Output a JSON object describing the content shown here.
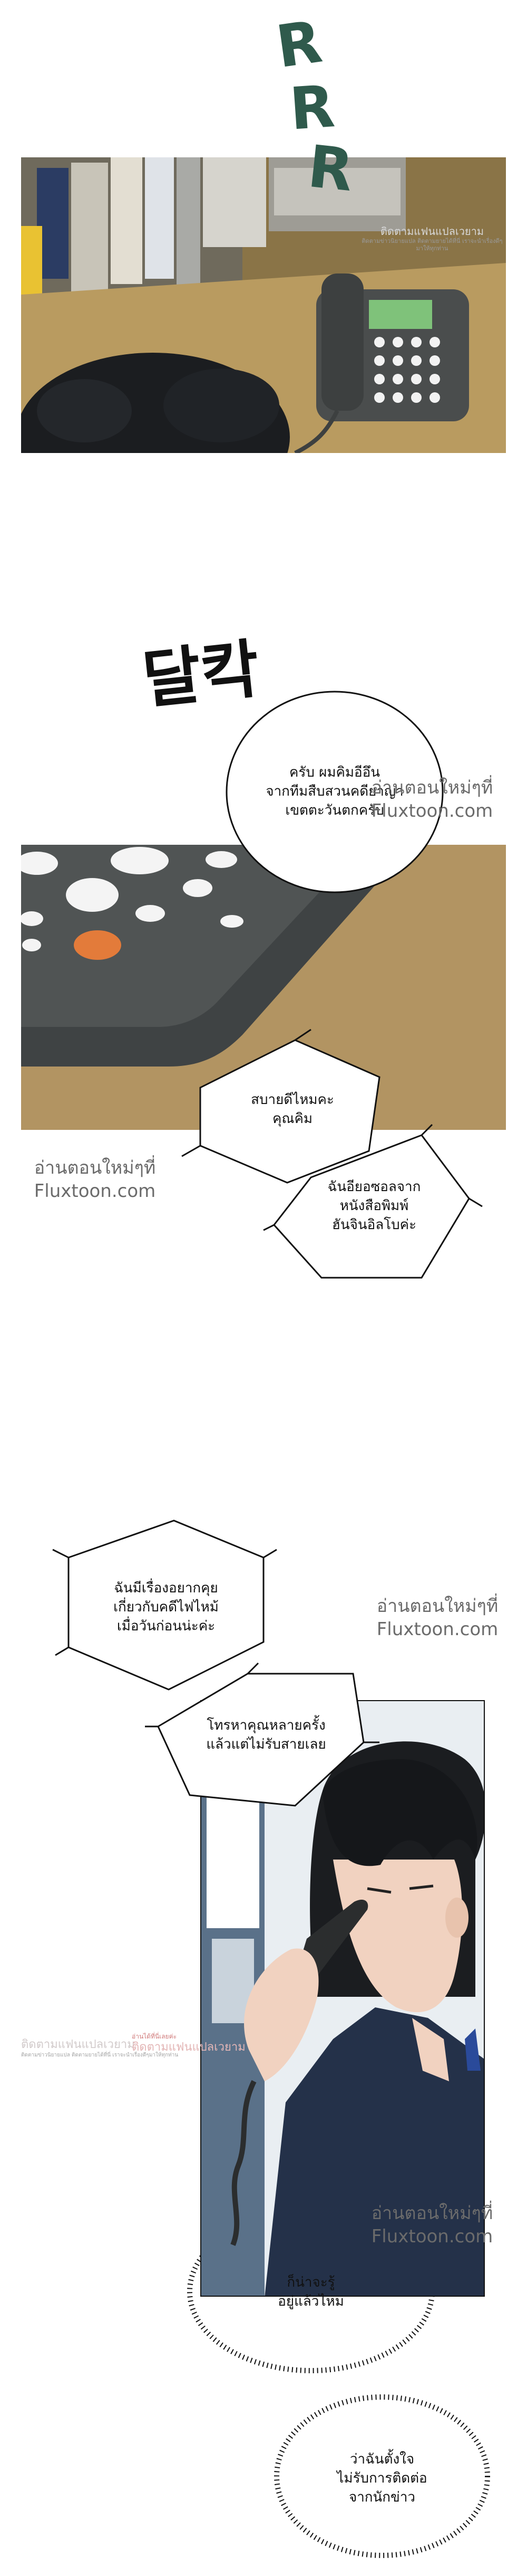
{
  "sfx": {
    "phone_ring": [
      "R",
      "R",
      "R"
    ],
    "click_korean": "달칵"
  },
  "bubbles": {
    "b1": [
      "ครับ ผมคิมอีอึน",
      "จากทีมสืบสวนคดียาญา",
      "เขตตะวันตกครับ"
    ],
    "b2": [
      "สบายดีไหมคะ",
      "คุณคิม"
    ],
    "b3": [
      "ฉันอียอซอลจาก",
      "หนังสือพิมพ์",
      "ฮันจินอิลโบค่ะ"
    ],
    "b4": [
      "ฉันมีเรื่องอยากคุย",
      "เกี่ยวกับคดีไฟไหม้",
      "เมื่อวันก่อนน่ะค่ะ"
    ],
    "b5": [
      "โทรหาคุณหลายครั้ง",
      "แล้วแต่ไม่รับสายเลย"
    ],
    "b6": [
      "ก็น่าจะรู้",
      "อยู่แล้วไหม"
    ],
    "b7": [
      "ว่าฉันตั้งใจ",
      "ไม่รับการติดต่อ",
      "จากนักข่าว"
    ]
  },
  "watermarks": {
    "line1": "อ่านตอนใหม่ๆที่",
    "line2": "Fluxtoon.com"
  },
  "translator_tags": {
    "t1_title": "ติดตามแฟนแปลเวยาม",
    "t1_sub": "ติดตามข่าวนิยายแปล ติดตามยายได้ที่นี่ เราจะนำเรื่องดีๆมาให้ทุกท่าน",
    "t2_title": "อ่านได้ที่นี่เลยค่ะ",
    "t2_sub": "ติดตามแฟนแปลเวยาม"
  },
  "colors": {
    "sfx_green": "#2f5a4c",
    "desk_tan": "#b89b63",
    "phone_gray": "#4a4d4d",
    "lcd_green": "#7fc27a",
    "shirt_navy": "#243149",
    "hair_black": "#1b1d20"
  }
}
